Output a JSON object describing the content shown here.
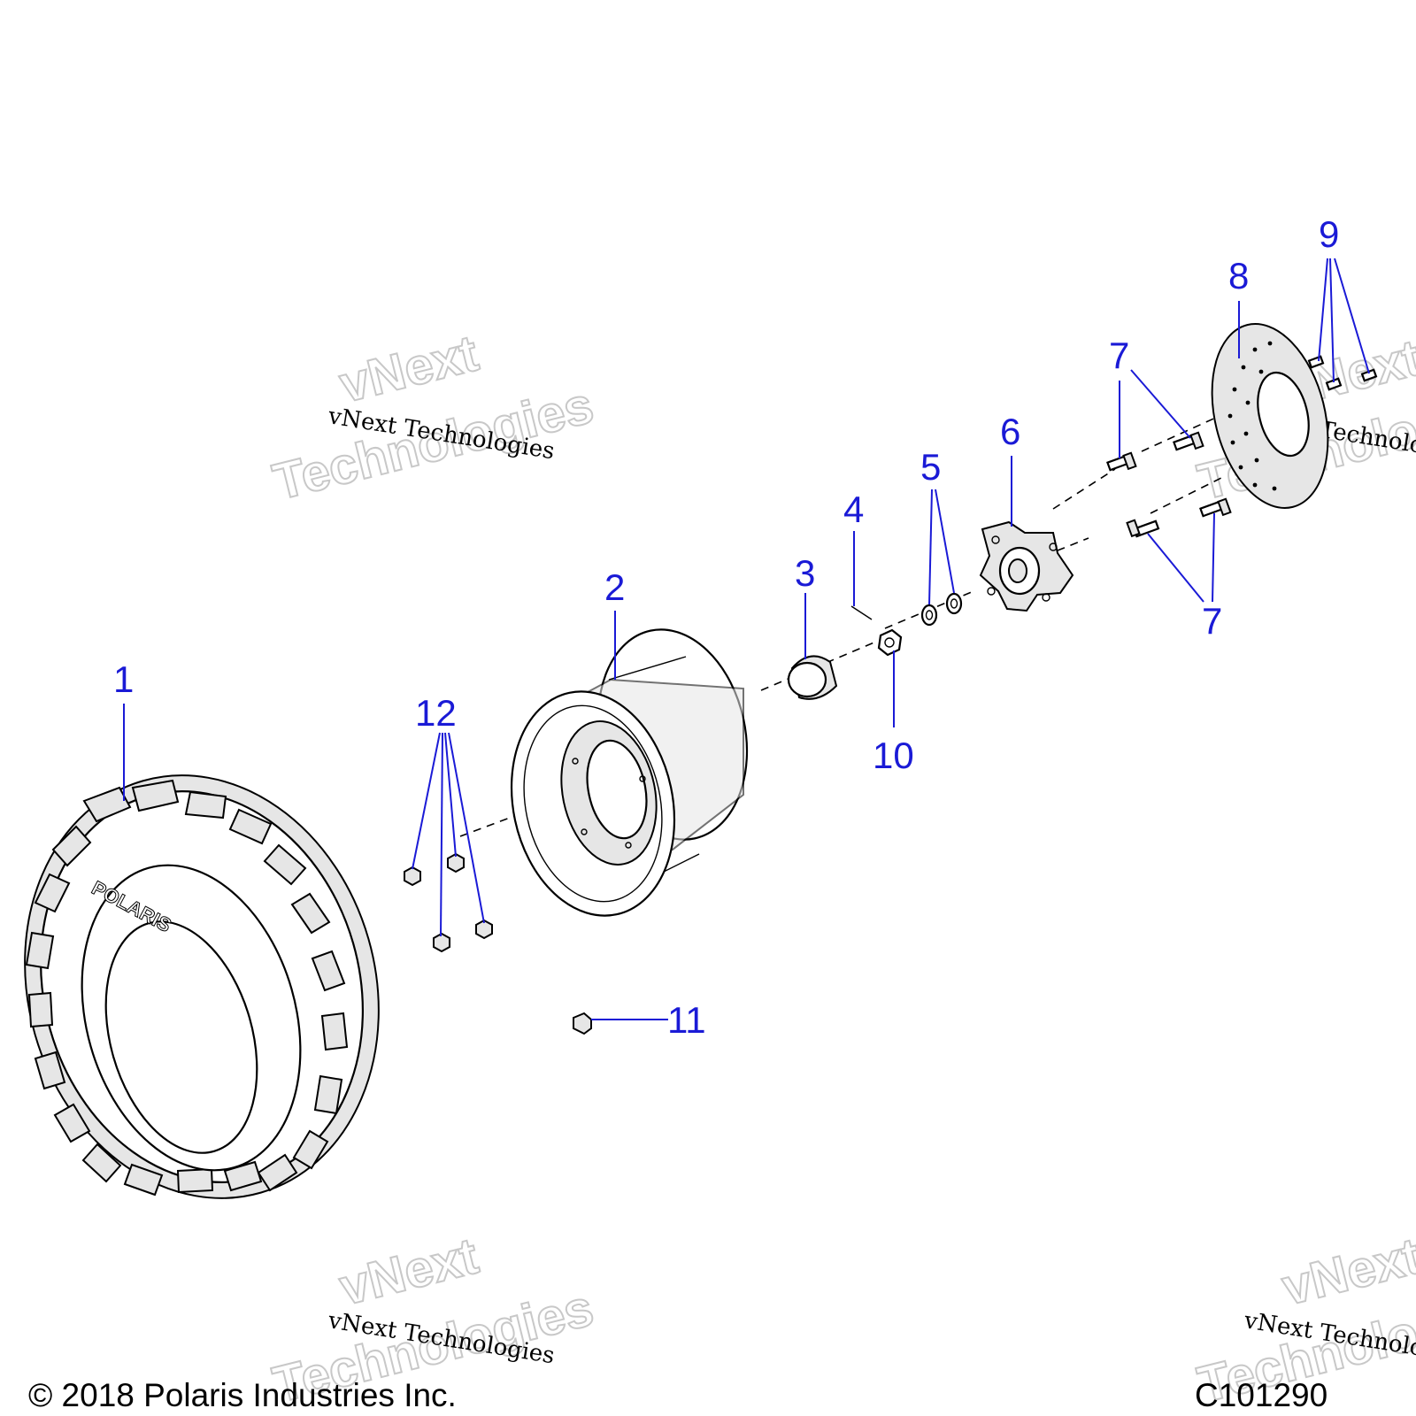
{
  "callouts": [
    {
      "id": "1",
      "label": "1"
    },
    {
      "id": "2",
      "label": "2"
    },
    {
      "id": "3",
      "label": "3"
    },
    {
      "id": "4",
      "label": "4"
    },
    {
      "id": "5",
      "label": "5"
    },
    {
      "id": "6",
      "label": "6"
    },
    {
      "id": "7a",
      "label": "7"
    },
    {
      "id": "7b",
      "label": "7"
    },
    {
      "id": "8",
      "label": "8"
    },
    {
      "id": "9",
      "label": "9"
    },
    {
      "id": "10",
      "label": "10"
    },
    {
      "id": "11",
      "label": "11"
    },
    {
      "id": "12",
      "label": "12"
    }
  ],
  "tire_text": {
    "brand": "POLARIS"
  },
  "watermarks": {
    "mono_text": "vNext Technologies",
    "outline_line1": "vNext",
    "outline_line2": "Technologies"
  },
  "footer": {
    "copyright": "© 2018 Polaris Industries Inc.",
    "figure_id": "C101290"
  },
  "colors": {
    "callout": "#1a1ad6",
    "line": "#000000",
    "shade": "#e6e6e6",
    "watermark_outline": "#c8c8c8"
  }
}
